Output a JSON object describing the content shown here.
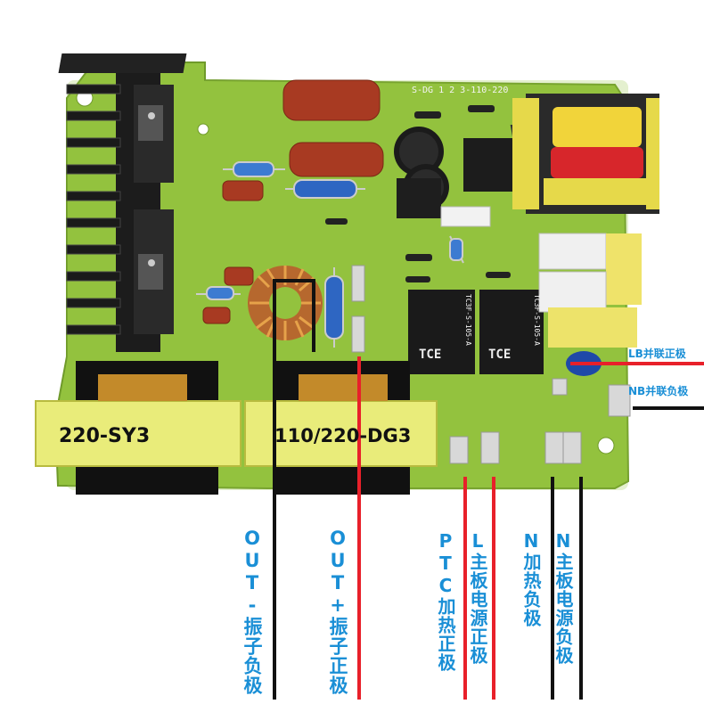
{
  "board": {
    "silkscreen_top": "S-DG 1 2 3-110-220",
    "transformer_left_label": "220-SY3",
    "transformer_right_label": "110/220-DG3",
    "relay_text_1": "TC3F-S-105-A",
    "relay_text_2": "TC3F-S-105-A",
    "relay_brand": "TCE"
  },
  "annotations": {
    "lb": "LB并联正极",
    "nb": "NB并联负极",
    "out_minus": "OUT-振子负极",
    "out_plus": "OUT+振子正极",
    "ptc": "PTC加热正极",
    "l_main": "L主板电源正极",
    "n_heat": "N加热负极",
    "n_main": "N主板电源负极"
  },
  "colors": {
    "pcb": "#8fbf3a",
    "wire_red": "#e8202a",
    "wire_black": "#111111",
    "annotation_text": "#1a8fd6",
    "transformer_yellow": "#e9ec7a"
  }
}
